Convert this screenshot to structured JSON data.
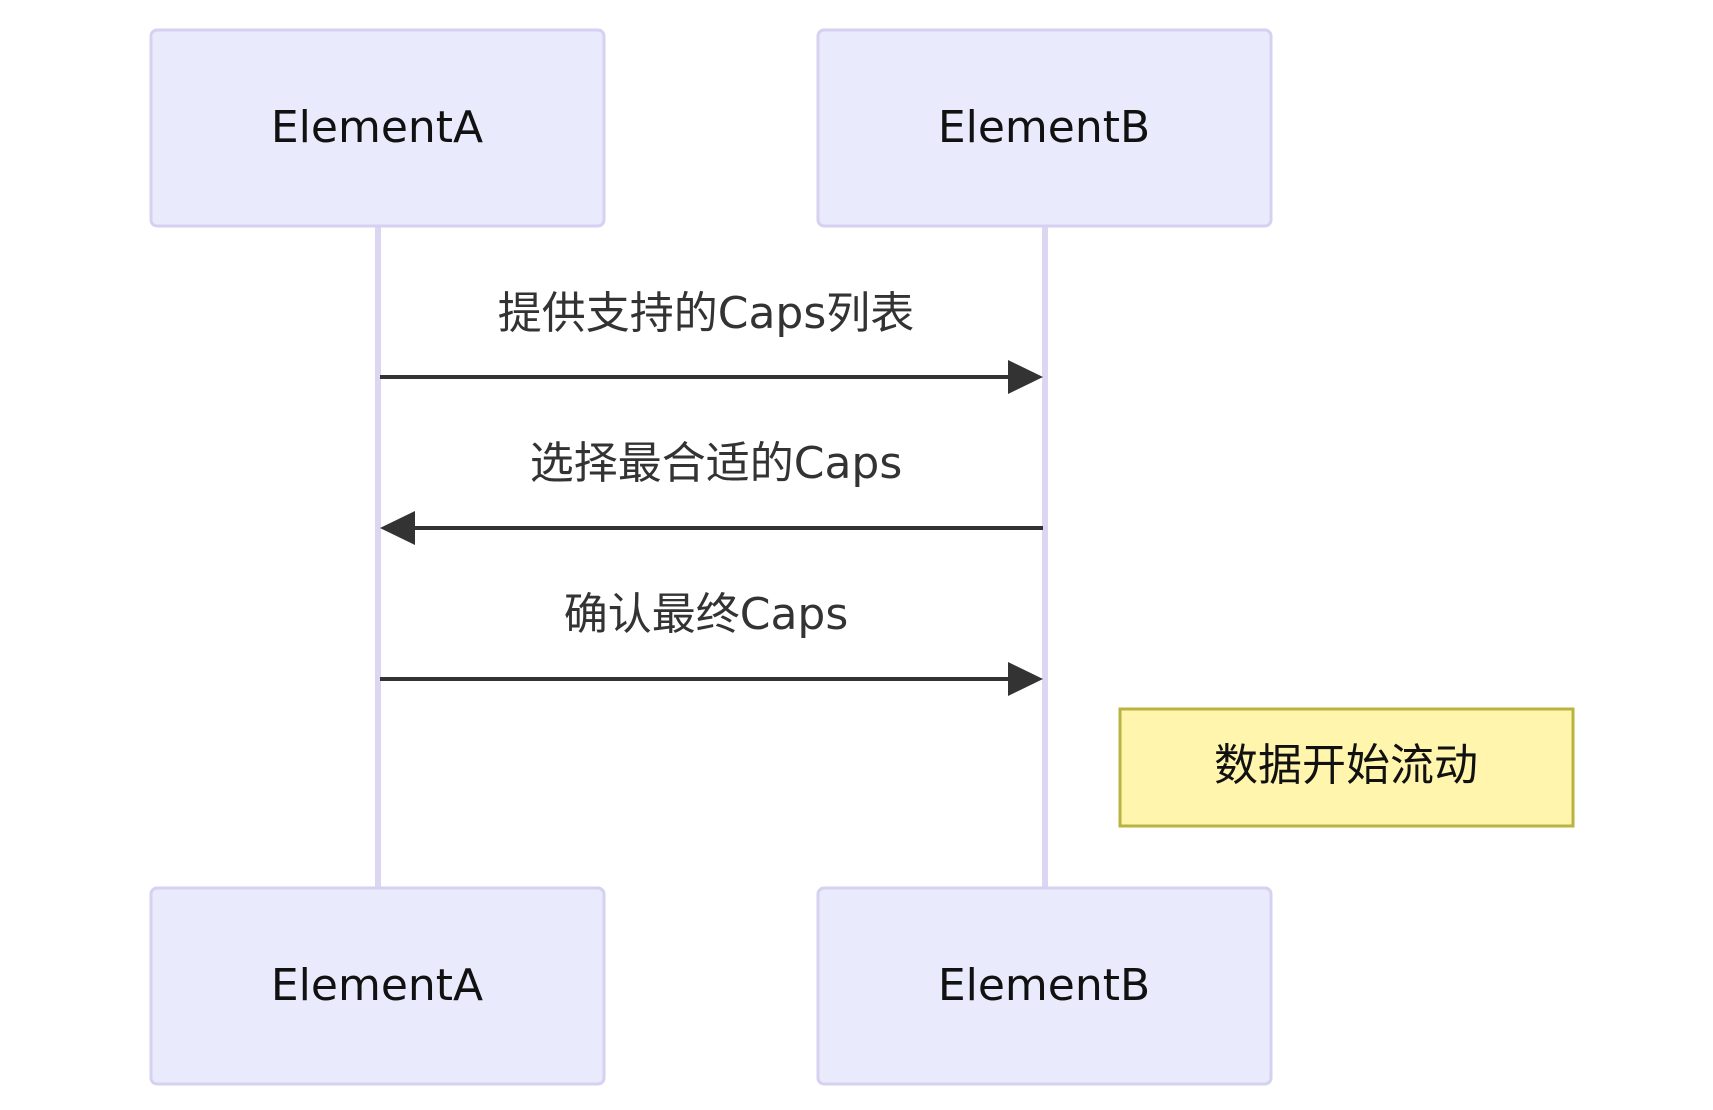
{
  "participants": [
    {
      "id": "A",
      "label": "ElementA"
    },
    {
      "id": "B",
      "label": "ElementB"
    }
  ],
  "messages": [
    {
      "from": "A",
      "to": "B",
      "label": "提供支持的Caps列表"
    },
    {
      "from": "B",
      "to": "A",
      "label": "选择最合适的Caps"
    },
    {
      "from": "A",
      "to": "B",
      "label": "确认最终Caps"
    }
  ],
  "note": {
    "position": "right of B",
    "label": "数据开始流动"
  },
  "colors": {
    "actor_fill": "#eaeafd",
    "actor_border": "#d6d0f1",
    "lifeline": "#ddd6f3",
    "message": "#333333",
    "note_fill": "#fff5ad",
    "note_border": "#b9b33f"
  }
}
